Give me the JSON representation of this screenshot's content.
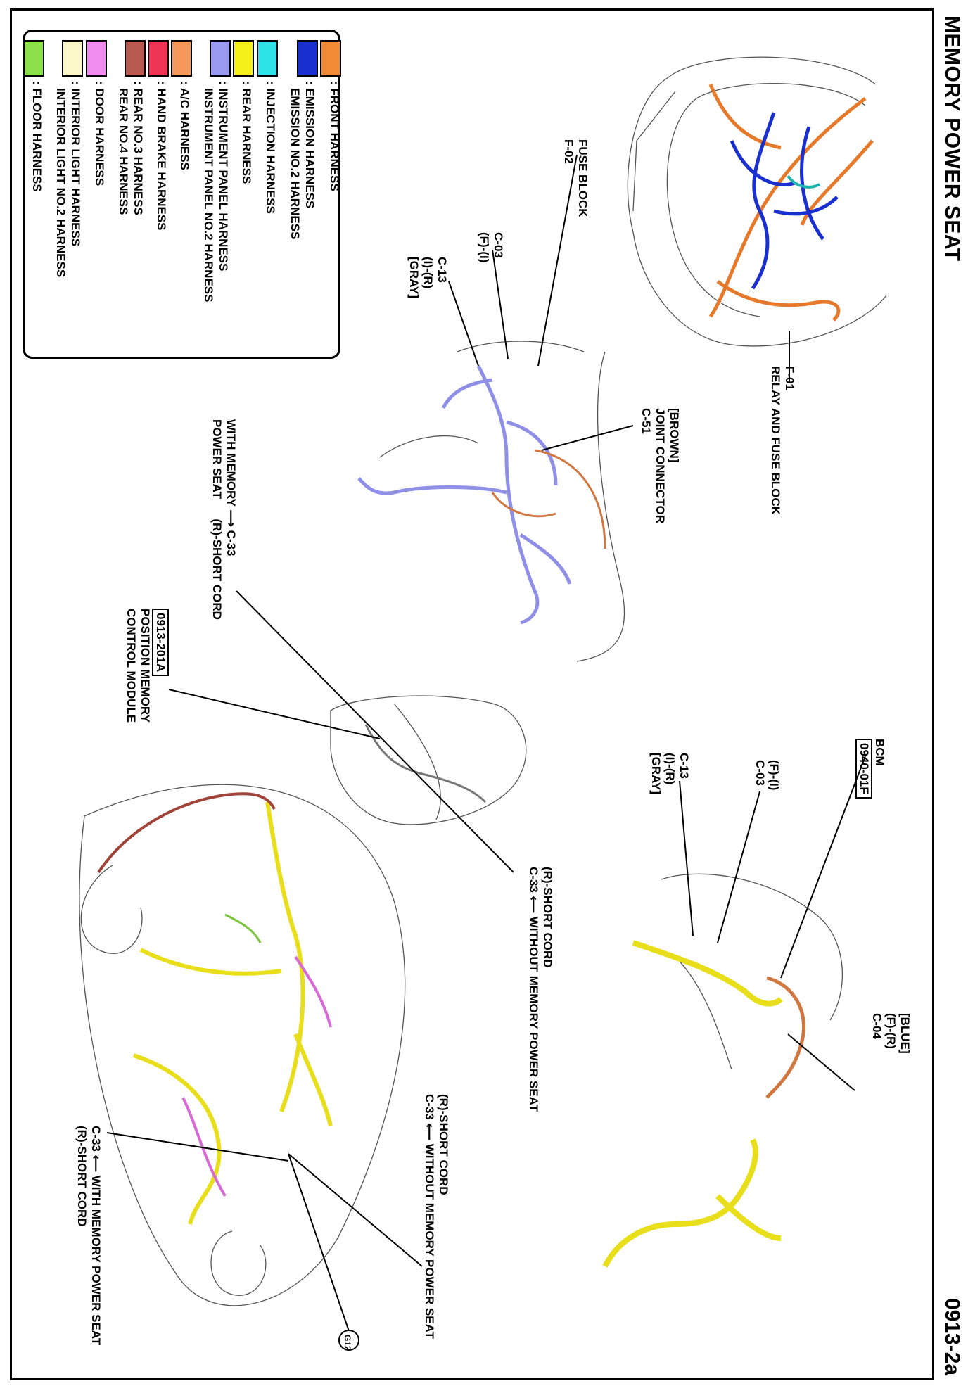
{
  "header": {
    "title": "MEMORY POWER SEAT",
    "page_code": "0913-2a"
  },
  "legend": [
    {
      "color": "#f08a35",
      "label": ": FRONT HARNESS"
    },
    {
      "color": "#1a2fd0",
      "label": ": EMISSION HARNESS"
    },
    {
      "color": "#1a2fd0",
      "label": "EMISSION NO.2 HARNESS"
    },
    {
      "color": "#2ee3e8",
      "label": ": INJECTION HARNESS"
    },
    {
      "color": "#f5ef1a",
      "label": ": REAR HARNESS"
    },
    {
      "color": "#9a9af0",
      "label": ": INSTRUMENT PANEL HARNESS"
    },
    {
      "color": "#9a9af0",
      "label": "INSTRUMENT PANEL NO.2 HARNESS"
    },
    {
      "color": "#f59a5a",
      "label": ": A/C HARNESS"
    },
    {
      "color": "#ee3355",
      "label": ": HAND BRAKE HARNESS"
    },
    {
      "color": "#b85a50",
      "label": ": REAR NO.3 HARNESS"
    },
    {
      "color": "#b85a50",
      "label": "REAR NO.4 HARNESS"
    },
    {
      "color": "#f08cf0",
      "label": ": DOOR HARNESS"
    },
    {
      "color": "#fbf7c8",
      "label": ": INTERIOR LIGHT HARNESS"
    },
    {
      "color": "#fbf7c8",
      "label": "INTERIOR LIGHT NO.2 HARNESS"
    },
    {
      "color": "#8ee04a",
      "label": ": FLOOR HARNESS"
    }
  ],
  "callouts": {
    "relay_fuse": {
      "code": "F-01",
      "name": "RELAY AND FUSE BLOCK"
    },
    "fuse_block": {
      "name": "FUSE BLOCK",
      "code": "F-02"
    },
    "c03_left": {
      "code": "C-03",
      "pin": "(F)-(I)"
    },
    "c13_left": {
      "code": "C-13",
      "pin": "(I)-(R)",
      "color": "[GRAY]"
    },
    "joint": {
      "color": "[BROWN]",
      "name": "JOINT CONNECTOR",
      "code": "C-51"
    },
    "with_memory_top": {
      "line1": "WITH MEMORY",
      "line2": "POWER SEAT",
      "code": "C-33",
      "desc": "(R)-SHORT CORD"
    },
    "position_module": {
      "code": "0913-201A",
      "line1": "POSITION MEMORY",
      "line2": "CONTROL MODULE"
    },
    "without_memory_mid": {
      "desc": "(R)-SHORT CORD",
      "code": "C-33",
      "tail": "WITHOUT MEMORY POWER SEAT"
    },
    "bcm": {
      "name": "BCM",
      "code": "0940-01F"
    },
    "c03_right": {
      "pin": "(F)-(I)",
      "code": "C-03"
    },
    "c13_right": {
      "code": "C-13",
      "pin": "(I)-(R)",
      "color": "[GRAY]"
    },
    "c04": {
      "color": "[BLUE]",
      "pin": "(F)-(R)",
      "code": "C-04"
    },
    "without_memory_bottom": {
      "desc": "(R)-SHORT CORD",
      "code": "C-33",
      "tail": "WITHOUT MEMORY POWER SEAT"
    },
    "with_memory_bottom": {
      "code": "C-33",
      "tail": "WITH MEMORY POWER SEAT",
      "desc": "(R)-SHORT CORD"
    },
    "ground": {
      "code": "G12"
    }
  }
}
